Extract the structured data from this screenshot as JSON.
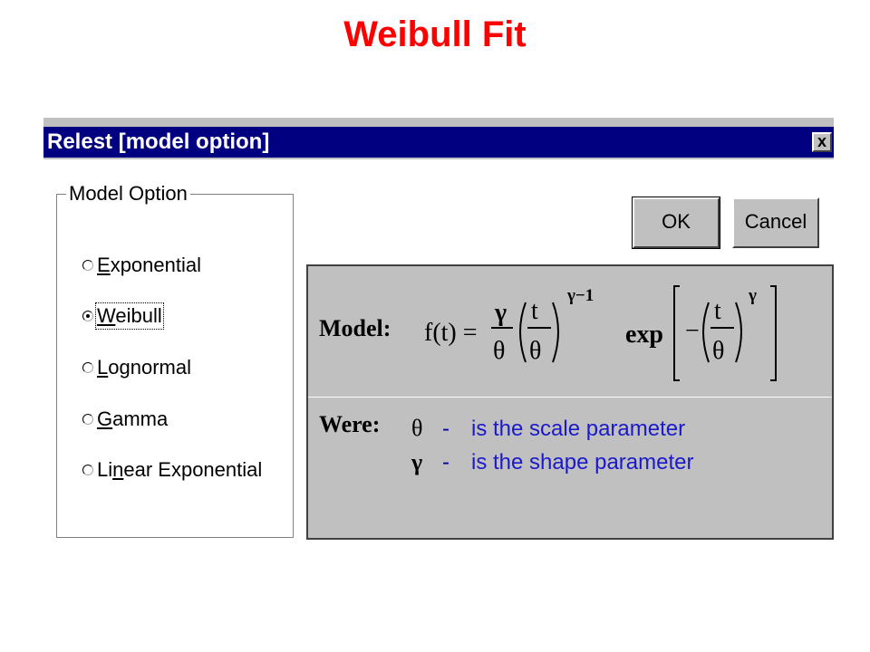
{
  "slide": {
    "title": "Weibull Fit"
  },
  "dialog": {
    "title": "Relest [model option]",
    "close_label": "x",
    "group_label": "Model  Option",
    "options": [
      {
        "pre": "",
        "u": "E",
        "post": "xponential",
        "checked": false
      },
      {
        "pre": "",
        "u": "W",
        "post": "eibull",
        "checked": true
      },
      {
        "pre": "",
        "u": "L",
        "post": "ognormal",
        "checked": false
      },
      {
        "pre": "",
        "u": "G",
        "post": "amma",
        "checked": false
      },
      {
        "pre": "Li",
        "u": "n",
        "post": "ear Exponential",
        "checked": false
      }
    ],
    "ok_label": "OK",
    "cancel_label": "Cancel"
  },
  "formula": {
    "model_label": "Model:",
    "equation": {
      "lhs": "f(t) =",
      "gamma": "γ",
      "theta": "θ",
      "t": "t",
      "exponent_outer": "γ−1",
      "exp": "exp",
      "minus": "−",
      "exponent_inner": "γ"
    },
    "were_label": "Were:",
    "params": [
      {
        "symbol": "θ",
        "dash": "-",
        "desc": "is the scale parameter"
      },
      {
        "symbol": "γ",
        "dash": "-",
        "desc": "is the shape parameter"
      }
    ]
  }
}
